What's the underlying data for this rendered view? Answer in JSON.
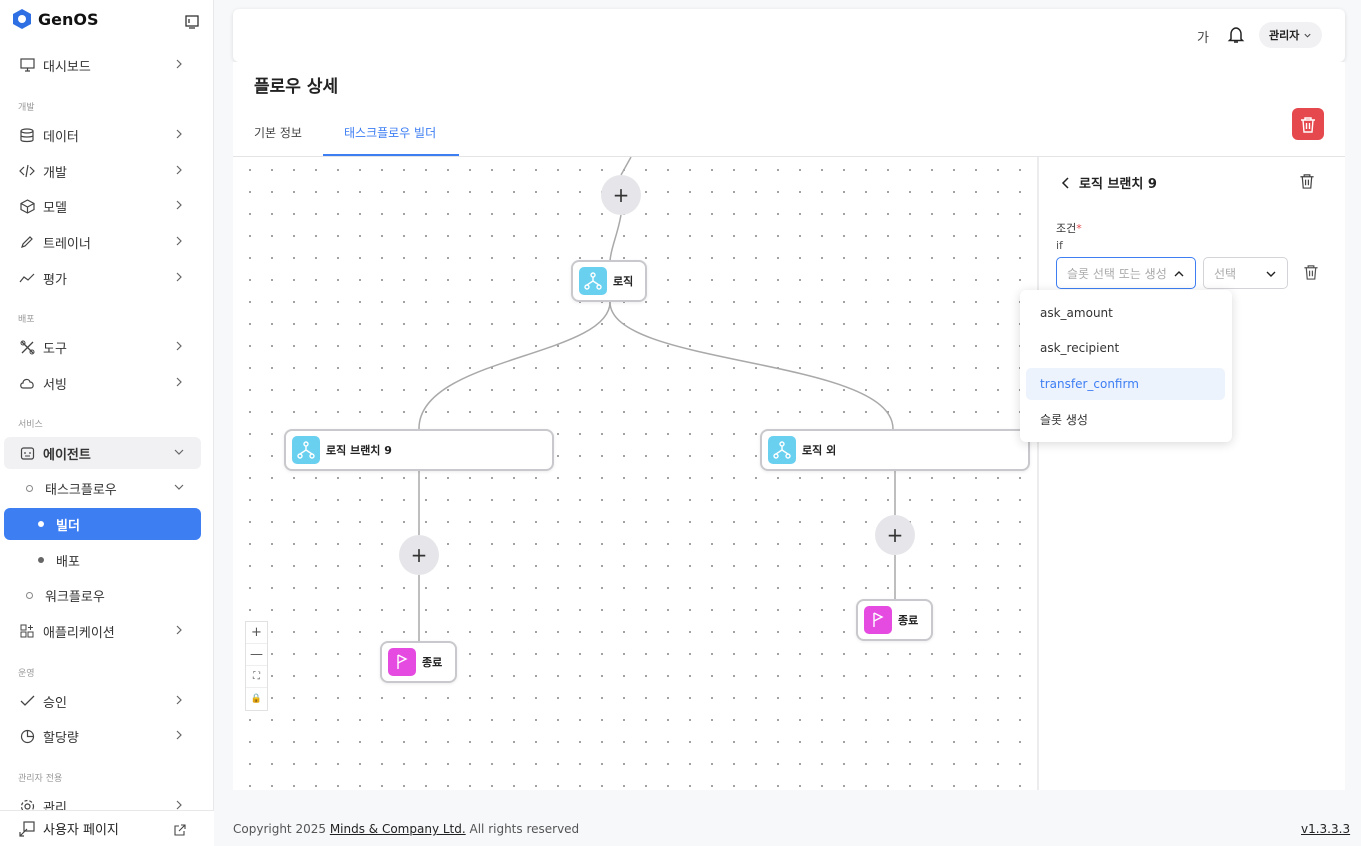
{
  "app": {
    "name": "GenOS"
  },
  "sidebar": {
    "sections": [
      "개발",
      "배포",
      "서비스",
      "운영",
      "관리자 전용"
    ],
    "items": {
      "dashboard": "대시보드",
      "data": "데이터",
      "dev": "개발",
      "model": "모델",
      "trainer": "트레이너",
      "eval": "평가",
      "tool": "도구",
      "serving": "서빙",
      "agent": "에이전트",
      "taskflow": "태스크플로우",
      "builder": "빌더",
      "deploy": "배포",
      "workflow": "워크플로우",
      "application": "애플리케이션",
      "approval": "승인",
      "quota": "할당량",
      "admin": "관리"
    },
    "footer": "사용자 페이지"
  },
  "header": {
    "lang": "가",
    "user": "관리자"
  },
  "page": {
    "title": "플로우 상세",
    "tabs": [
      "기본 정보",
      "태스크플로우 빌더"
    ]
  },
  "canvas": {
    "nodes": {
      "logic": "로직",
      "branch9": "로직 브랜치 9",
      "else": "로직 외",
      "end_left": "종료",
      "end_right": "종료"
    },
    "plus": "+",
    "zoom": [
      "+",
      "—",
      "⛶",
      "🔒"
    ]
  },
  "panel": {
    "title": "로직 브랜치 9",
    "condition_label": "조건",
    "required_mark": "*",
    "if_label": "if",
    "slot_placeholder": "슬롯 선택 또는 생성",
    "op_placeholder": "선택"
  },
  "dropdown": {
    "options": [
      "ask_amount",
      "ask_recipient",
      "transfer_confirm",
      "슬롯 생성"
    ],
    "highlighted": "transfer_confirm"
  },
  "footer": {
    "prefix": "Copyright 2025 ",
    "company": "Minds & Company Ltd.",
    "suffix": " All rights reserved",
    "version": "v1.3.3.3"
  },
  "colors": {
    "accent": "#3d7ef3",
    "danger": "#e5484d",
    "logic": "#6ad0f0",
    "end": "#e54be0"
  }
}
